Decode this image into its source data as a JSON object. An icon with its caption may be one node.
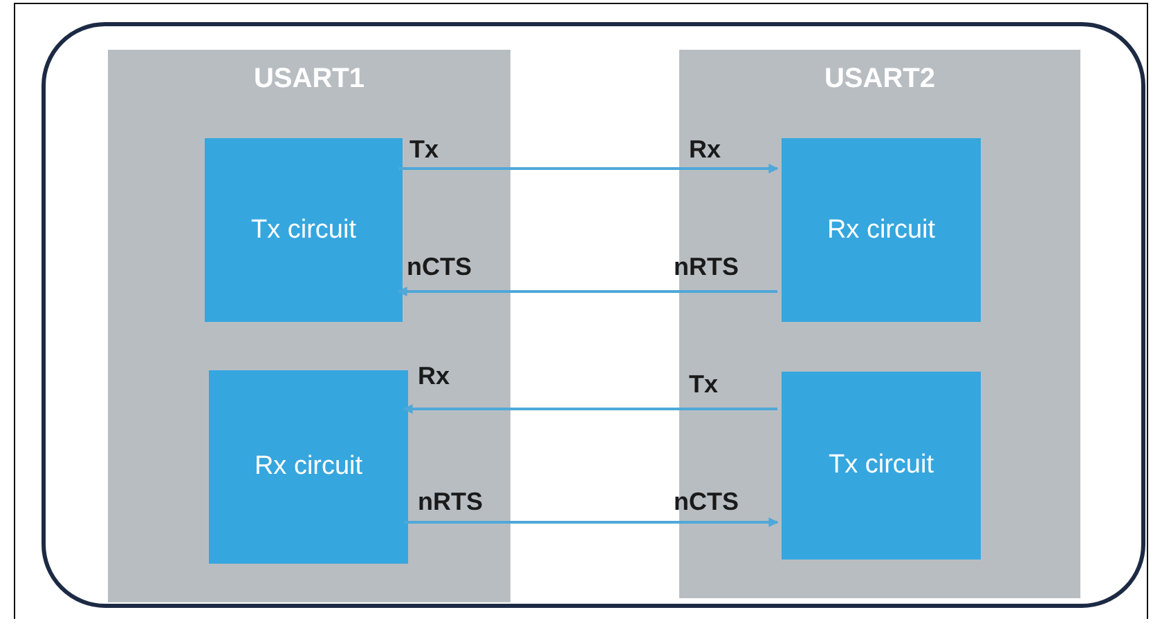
{
  "diagram": {
    "nodes": [
      {
        "text": [],
        "shape": "box"
      },
      {
        "text": [
          "USART1"
        ],
        "in": 0
      },
      {
        "text": [
          "Tx circuit"
        ],
        "in": 1
      },
      {
        "text": [
          "Rx circuit"
        ],
        "in": 1
      },
      {
        "text": [
          "USART2"
        ],
        "in": 0
      },
      {
        "text": [
          "Rx circuit"
        ],
        "in": 4
      },
      {
        "text": [
          "Tx circuit"
        ],
        "in": 4
      }
    ],
    "edges": [
      {
        "from": 2,
        "to": 5,
        "arrow": "to"
      },
      {
        "from": 5,
        "to": 2,
        "arrow": "to"
      },
      {
        "from": 6,
        "to": 3,
        "arrow": "to"
      },
      {
        "from": 3,
        "to": 6,
        "arrow": "to"
      }
    ],
    "labels": [
      "Tx",
      "Rx",
      "nCTS",
      "nRTS",
      "Rx",
      "Tx",
      "nRTS",
      "nCTS"
    ]
  }
}
